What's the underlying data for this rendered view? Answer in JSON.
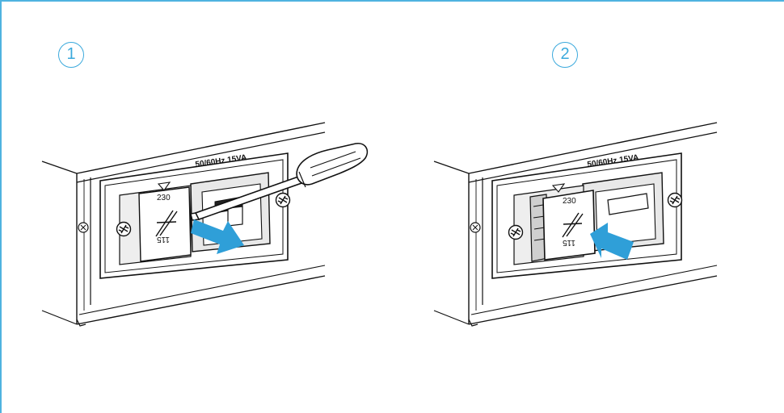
{
  "steps": [
    {
      "number": "1"
    },
    {
      "number": "2"
    }
  ],
  "panel_1": {
    "rating_label": "50/60Hz  15VA",
    "voltage_top": "230",
    "voltage_bottom": "115"
  },
  "panel_2": {
    "rating_label": "50/60Hz  15VA",
    "voltage_top": "230",
    "voltage_bottom": "115"
  },
  "colors": {
    "frame": "#4fb3e0",
    "step_circle": "#3aa9dc",
    "arrow": "#2f9fd8",
    "housing": "#dcdcdc"
  },
  "icons": [
    "screwdriver-icon",
    "arrow-icon",
    "screw-icon",
    "fuse-icon"
  ]
}
